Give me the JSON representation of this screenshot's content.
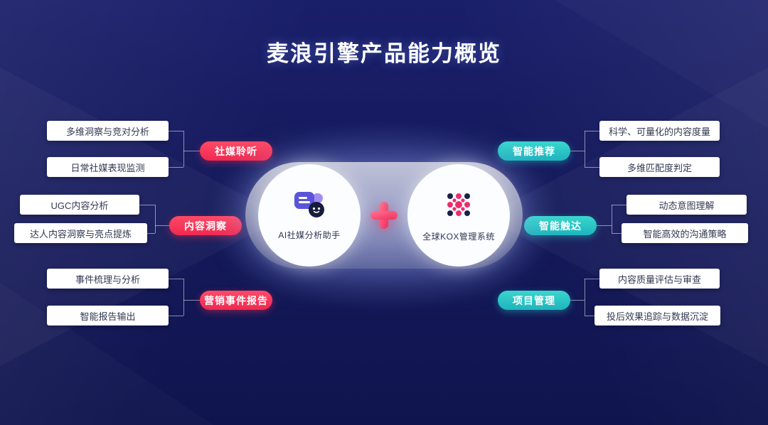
{
  "title": "麦浪引擎产品能力概览",
  "center": {
    "plus": "+",
    "left_node": {
      "label": "AI社媒分析助手"
    },
    "right_node": {
      "label": "全球KOX管理系统"
    }
  },
  "left_groups": [
    {
      "pill": "社媒聆听",
      "items": [
        "多维洞察与竞对分析",
        "日常社媒表现监测"
      ]
    },
    {
      "pill": "内容洞察",
      "items": [
        "UGC内容分析",
        "达人内容洞察与亮点提炼"
      ]
    },
    {
      "pill": "营销事件报告",
      "items": [
        "事件梳理与分析",
        "智能报告输出"
      ]
    }
  ],
  "right_groups": [
    {
      "pill": "智能推荐",
      "items": [
        "科学、可量化的内容度量",
        "多维匹配度判定"
      ]
    },
    {
      "pill": "智能触达",
      "items": [
        "动态意图理解",
        "智能高效的沟通策略"
      ]
    },
    {
      "pill": "项目管理",
      "items": [
        "内容质量评估与审查",
        "投后效果追踪与数据沉淀"
      ]
    }
  ],
  "colors": {
    "background": "#151a5c",
    "accent_red": "#f73457",
    "accent_teal": "#2cc8c6",
    "box_background": "#ffffff",
    "box_text": "#333a52",
    "plus_pink": "#f0335f"
  }
}
